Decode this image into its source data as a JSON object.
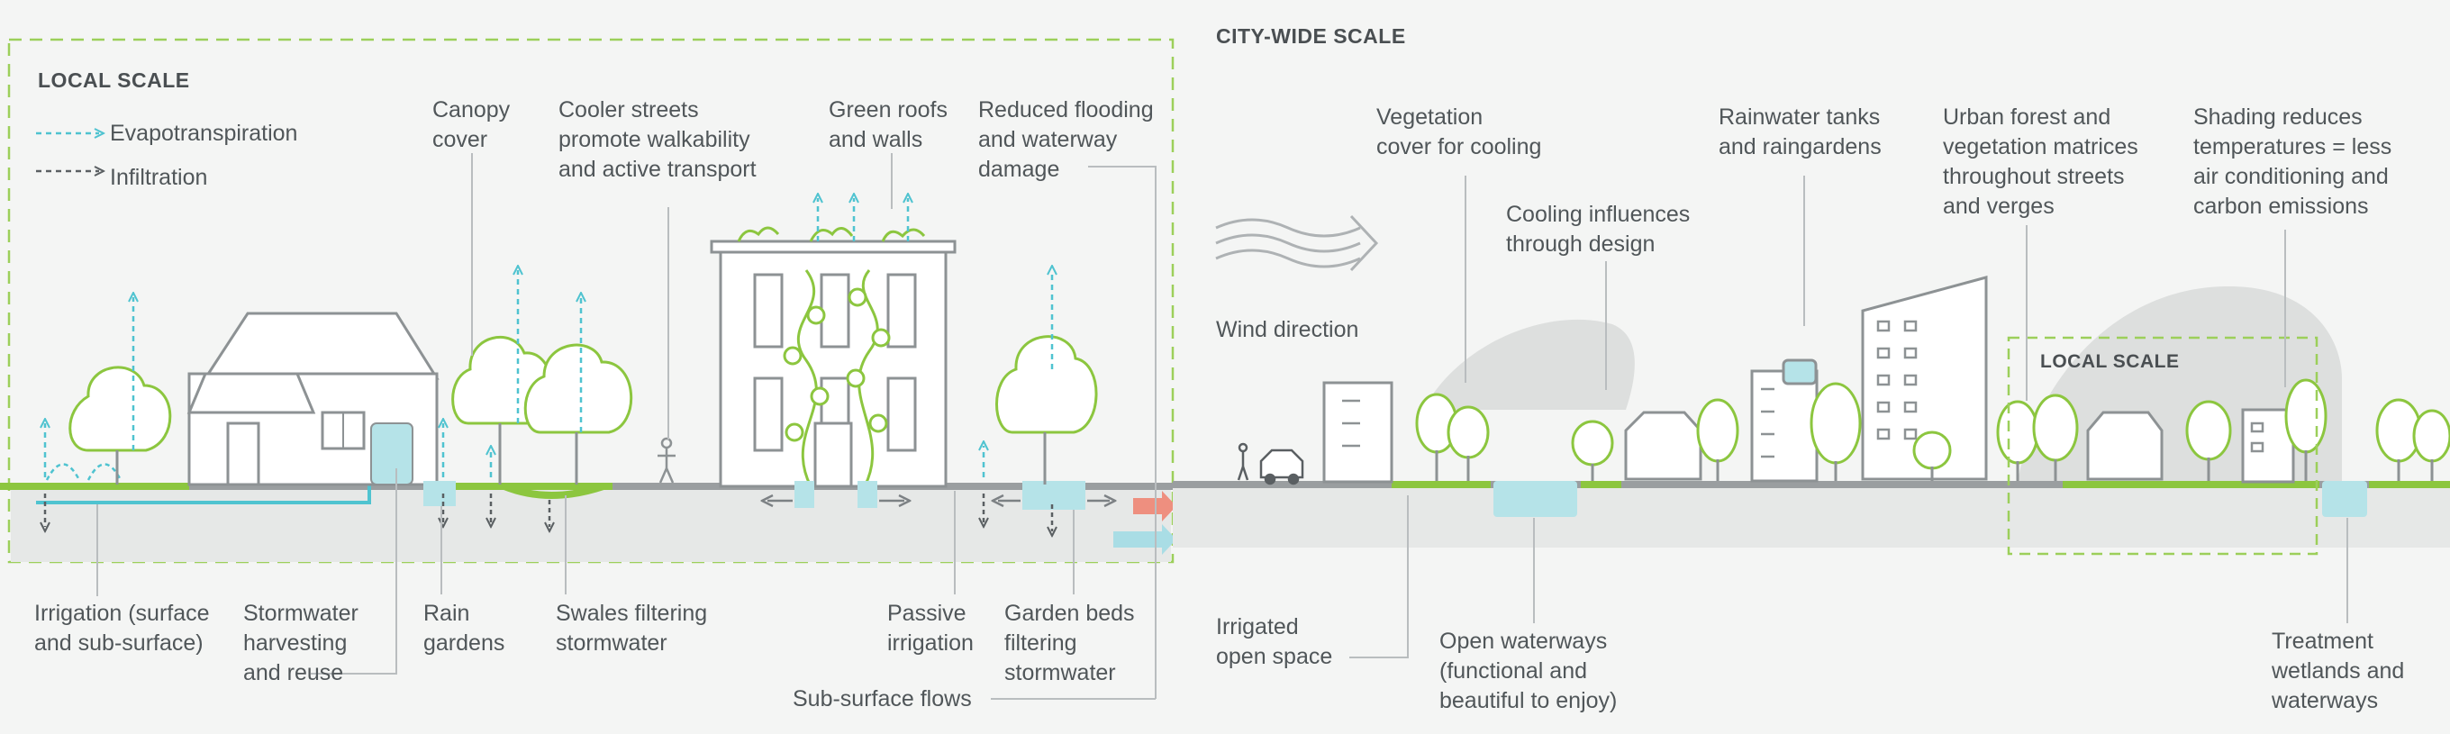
{
  "local": {
    "title": "LOCAL SCALE",
    "legend": {
      "evapotranspiration": "Evapotranspiration",
      "infiltration": "Infiltration"
    },
    "labels": {
      "canopy": "Canopy\ncover",
      "cooler_streets": "Cooler streets\npromote walkability\nand active transport",
      "green_roofs": "Green roofs\nand walls",
      "reduced_flooding": "Reduced flooding\nand waterway\ndamage",
      "irrigation": "Irrigation (surface\nand sub-surface)",
      "stormwater": "Stormwater\nharvesting\nand reuse",
      "rain_gardens": "Rain\ngardens",
      "swales": "Swales filtering\nstormwater",
      "passive_irrigation": "Passive\nirrigation",
      "garden_beds": "Garden beds\nfiltering\nstormwater",
      "subsurface": "Sub-surface flows"
    }
  },
  "city": {
    "title": "CITY-WIDE SCALE",
    "inset_title": "LOCAL SCALE",
    "labels": {
      "vegetation_cover": "Vegetation\ncover for cooling",
      "cooling_influences": "Cooling influences\nthrough design",
      "rainwater_tanks": "Rainwater tanks\nand raingardens",
      "urban_forest": "Urban forest and\nvegetation matrices\nthroughout streets\nand verges",
      "shading": "Shading reduces\ntemperatures = less\nair conditioning and\ncarbon emissions",
      "wind": "Wind direction",
      "irrigated": "Irrigated\nopen space",
      "open_waterways": "Open waterways\n(functional and\nbeautiful to enjoy)",
      "treatment": "Treatment\nwetlands and\nwaterways"
    }
  },
  "colors": {
    "green": "#8cc63f",
    "leader": "#b9bdbf",
    "dash_green": "#9ccf5a",
    "evapo": "#4fc3d0",
    "infiltration": "#5a5f62",
    "water": "#b5e3e8",
    "ground": "#e6e8e7",
    "building": "#ffffff",
    "outline": "#8d9294",
    "arrow_red": "#ee8f7f"
  }
}
